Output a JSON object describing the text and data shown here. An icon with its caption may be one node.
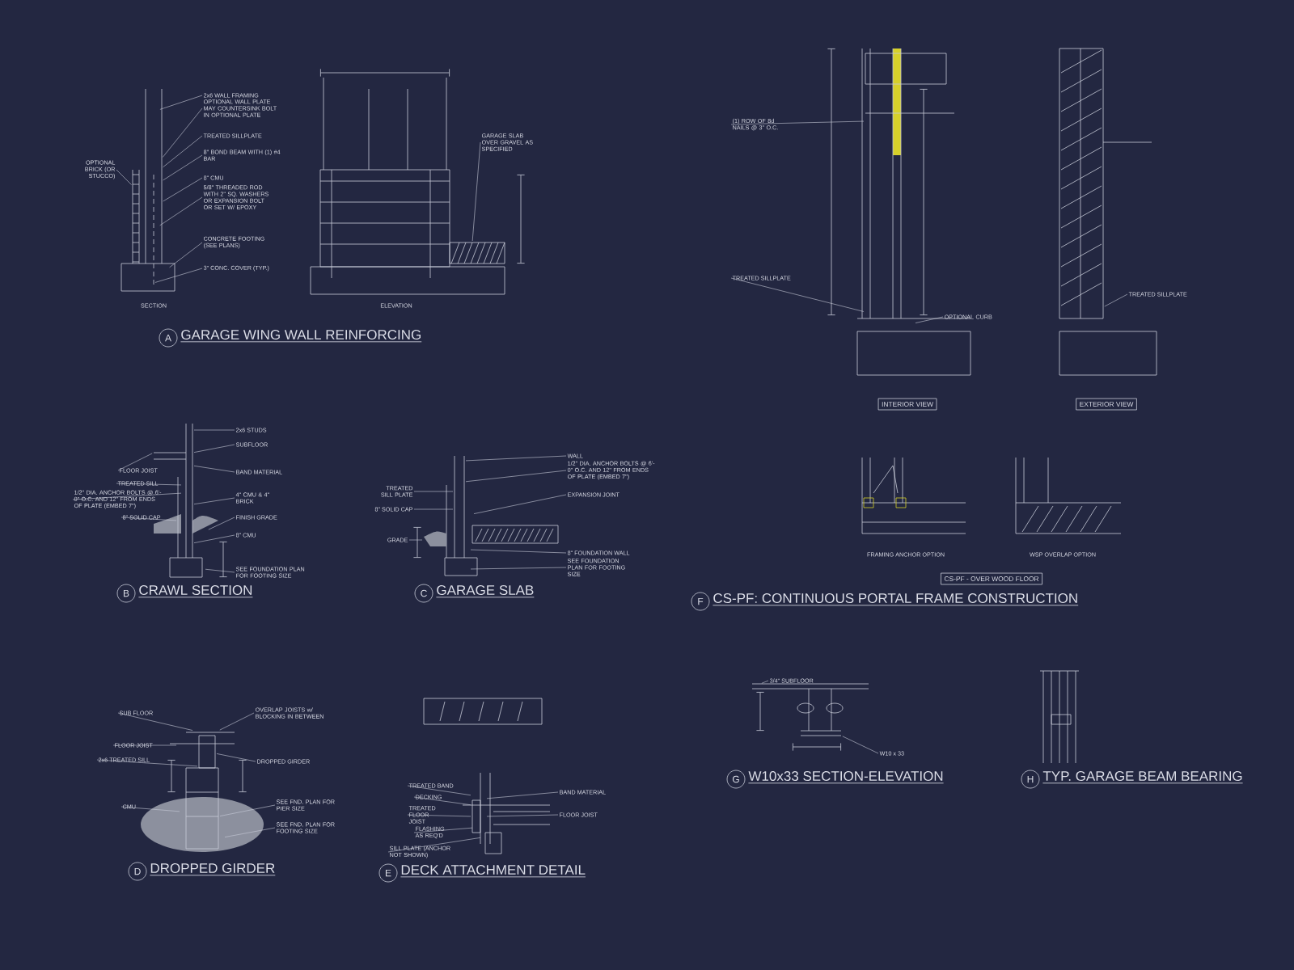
{
  "diagram": {
    "nodes": [
      {
        "text": [
          "A"
        ],
        "beside": [
          "GARAGE WING WALL REINFORCING"
        ]
      },
      {
        "text": [
          "B"
        ],
        "beside": [
          "CRAWL SECTION"
        ]
      },
      {
        "text": [
          "C"
        ],
        "beside": [
          "GARAGE SLAB"
        ]
      },
      {
        "text": [
          "D"
        ],
        "beside": [
          "DROPPED GIRDER"
        ]
      },
      {
        "text": [
          "E"
        ],
        "beside": [
          "DECK ATTACHMENT DETAIL"
        ]
      },
      {
        "text": [
          "F"
        ],
        "beside": [
          "CS-PF: CONTINUOUS PORTAL FRAME CONSTRUCTION"
        ]
      },
      {
        "text": [
          "G"
        ],
        "beside": [
          "W10x33 SECTION-ELEVATION"
        ]
      },
      {
        "text": [
          "H"
        ],
        "beside": [
          "TYP. GARAGE BEAM BEARING"
        ]
      },
      {
        "text": [
          "INTERIOR VIEW"
        ]
      },
      {
        "text": [
          "EXTERIOR VIEW"
        ]
      },
      {
        "text": [
          "CS-PF - OVER WOOD FLOOR"
        ]
      },
      {
        "text": [
          "2x6 WALL FRAMING"
        ]
      },
      {
        "text": [
          "OPTIONAL WALL PLATE MAY COUNTERSINK BOLT IN OPTIONAL PLATE"
        ]
      },
      {
        "text": [
          "TREATED SILLPLATE"
        ]
      },
      {
        "text": [
          "8\" BOND BEAM WITH (1) #4 BAR"
        ]
      },
      {
        "text": [
          "8\" CMU"
        ]
      },
      {
        "text": [
          "5/8\" THREADED ROD WITH 2\" SQ. WASHERS OR EXPANSION BOLT OR SET W/ EPOXY"
        ]
      },
      {
        "text": [
          "CONCRETE FOOTING (SEE PLANS)"
        ]
      },
      {
        "text": [
          "3\" CONC. COVER (TYP.)"
        ]
      },
      {
        "text": [
          "OPTIONAL BRICK (OR STUCCO)"
        ]
      },
      {
        "text": [
          "GARAGE SLAB OVER GRAVEL AS SPECIFIED"
        ]
      },
      {
        "text": [
          "(1) ROW OF 8d NAILS @ 3\" O.C."
        ]
      },
      {
        "text": [
          "TREATED SILLPLATE"
        ]
      },
      {
        "text": [
          "OPTIONAL CURB"
        ]
      },
      {
        "text": [
          "TREATED SILLPLATE"
        ]
      },
      {
        "text": [
          "2x6 STUDS"
        ]
      },
      {
        "text": [
          "SUBFLOOR"
        ]
      },
      {
        "text": [
          "FLOOR JOIST"
        ]
      },
      {
        "text": [
          "BAND MATERIAL"
        ]
      },
      {
        "text": [
          "TREATED SILL"
        ]
      },
      {
        "text": [
          "1/2\" DIA. ANCHOR BOLTS @ 6'-0\" O.C. AND 12\" FROM ENDS OF PLATE (EMBED 7\")"
        ]
      },
      {
        "text": [
          "4\" CMU & 4\" BRICK"
        ]
      },
      {
        "text": [
          "8\" SOLID CAP"
        ]
      },
      {
        "text": [
          "FINISH GRADE"
        ]
      },
      {
        "text": [
          "8\" CMU"
        ]
      },
      {
        "text": [
          "SEE FOUNDATION PLAN FOR FOOTING SIZE"
        ]
      },
      {
        "text": [
          "WALL"
        ]
      },
      {
        "text": [
          "1/2\" DIA. ANCHOR BOLTS @ 6'-0\" O.C. AND 12\" FROM ENDS OF PLATE (EMBED 7\")"
        ]
      },
      {
        "text": [
          "TREATED SILL PLATE"
        ]
      },
      {
        "text": [
          "EXPANSION JOINT"
        ]
      },
      {
        "text": [
          "8\" SOLID CAP"
        ]
      },
      {
        "text": [
          "GRADE"
        ]
      },
      {
        "text": [
          "8\" FOUNDATION WALL"
        ]
      },
      {
        "text": [
          "SEE FOUNDATION PLAN FOR FOOTING SIZE"
        ]
      },
      {
        "text": [
          "SUB FLOOR"
        ]
      },
      {
        "text": [
          "OVERLAP JOISTS w/ BLOCKING IN BETWEEN"
        ]
      },
      {
        "text": [
          "FLOOR JOIST"
        ]
      },
      {
        "text": [
          "2x6 TREATED SILL"
        ]
      },
      {
        "text": [
          "DROPPED GIRDER"
        ]
      },
      {
        "text": [
          "CMU"
        ]
      },
      {
        "text": [
          "SEE FND. PLAN FOR PIER SIZE"
        ]
      },
      {
        "text": [
          "SEE FND. PLAN FOR FOOTING SIZE"
        ]
      },
      {
        "text": [
          "TREATED BAND"
        ]
      },
      {
        "text": [
          "DECKING"
        ]
      },
      {
        "text": [
          "BAND MATERIAL"
        ]
      },
      {
        "text": [
          "TREATED FLOOR JOIST"
        ]
      },
      {
        "text": [
          "FLOOR JOIST"
        ]
      },
      {
        "text": [
          "FLASHING AS REQ'D"
        ]
      },
      {
        "text": [
          "SILL PLATE (ANCHOR NOT SHOWN)"
        ]
      },
      {
        "text": [
          "3/4\" SUBFLOOR"
        ]
      },
      {
        "text": [
          "W10 x 33"
        ]
      },
      {
        "text": [],
        "shape": "picture"
      },
      {
        "text": [],
        "shape": "picture"
      },
      {
        "text": [],
        "shape": "picture"
      },
      {
        "text": [],
        "shape": "picture"
      },
      {
        "text": [],
        "shape": "picture"
      },
      {
        "text": [],
        "shape": "picture"
      },
      {
        "text": [],
        "shape": "picture"
      },
      {
        "text": [],
        "shape": "picture"
      },
      {
        "text": [],
        "shape": "picture"
      },
      {
        "text": [],
        "shape": "picture"
      },
      {
        "text": [],
        "shape": "picture"
      },
      {
        "text": [],
        "shape": "picture"
      },
      {
        "text": [],
        "shape": "picture"
      }
    ],
    "edges": [
      {
        "from": 11,
        "to": 61,
        "arrow": "none"
      },
      {
        "from": 12,
        "to": 61,
        "arrow": "none"
      },
      {
        "from": 13,
        "to": 61,
        "arrow": "none"
      },
      {
        "from": 14,
        "to": 61,
        "arrow": "none"
      },
      {
        "from": 15,
        "to": 61,
        "arrow": "none"
      },
      {
        "from": 16,
        "to": 61,
        "arrow": "none"
      },
      {
        "from": 17,
        "to": 61,
        "arrow": "none"
      },
      {
        "from": 18,
        "to": 61,
        "arrow": "none"
      },
      {
        "from": 19,
        "to": 61,
        "arrow": "none"
      },
      {
        "from": 20,
        "to": 62,
        "arrow": "none"
      },
      {
        "from": 21,
        "to": 63,
        "arrow": "none"
      },
      {
        "from": 22,
        "to": 63,
        "arrow": "none"
      },
      {
        "from": 23,
        "to": 63,
        "arrow": "none"
      },
      {
        "from": 24,
        "to": 64,
        "arrow": "none"
      },
      {
        "from": 25,
        "to": 67,
        "arrow": "none"
      },
      {
        "from": 26,
        "to": 67,
        "arrow": "none"
      },
      {
        "from": 27,
        "to": 67,
        "arrow": "none"
      },
      {
        "from": 28,
        "to": 67,
        "arrow": "none"
      },
      {
        "from": 29,
        "to": 67,
        "arrow": "none"
      },
      {
        "from": 30,
        "to": 67,
        "arrow": "none"
      },
      {
        "from": 31,
        "to": 67,
        "arrow": "none"
      },
      {
        "from": 32,
        "to": 67,
        "arrow": "none"
      },
      {
        "from": 33,
        "to": 67,
        "arrow": "none"
      },
      {
        "from": 34,
        "to": 67,
        "arrow": "none"
      },
      {
        "from": 35,
        "to": 67,
        "arrow": "none"
      },
      {
        "from": 36,
        "to": 68,
        "arrow": "none"
      },
      {
        "from": 37,
        "to": 68,
        "arrow": "none"
      },
      {
        "from": 38,
        "to": 68,
        "arrow": "none"
      },
      {
        "from": 39,
        "to": 68,
        "arrow": "none"
      },
      {
        "from": 40,
        "to": 68,
        "arrow": "none"
      },
      {
        "from": 41,
        "to": 68,
        "arrow": "none"
      },
      {
        "from": 42,
        "to": 68,
        "arrow": "none"
      },
      {
        "from": 43,
        "to": 68,
        "arrow": "none"
      },
      {
        "from": 44,
        "to": 69,
        "arrow": "none"
      },
      {
        "from": 45,
        "to": 69,
        "arrow": "none"
      },
      {
        "from": 46,
        "to": 69,
        "arrow": "none"
      },
      {
        "from": 47,
        "to": 69,
        "arrow": "none"
      },
      {
        "from": 48,
        "to": 69,
        "arrow": "none"
      },
      {
        "from": 49,
        "to": 69,
        "arrow": "none"
      },
      {
        "from": 50,
        "to": 69,
        "arrow": "none"
      },
      {
        "from": 51,
        "to": 69,
        "arrow": "none"
      },
      {
        "from": 52,
        "to": 70,
        "arrow": "none"
      },
      {
        "from": 53,
        "to": 70,
        "arrow": "none"
      },
      {
        "from": 54,
        "to": 70,
        "arrow": "none"
      },
      {
        "from": 55,
        "to": 70,
        "arrow": "none"
      },
      {
        "from": 56,
        "to": 70,
        "arrow": "none"
      },
      {
        "from": 57,
        "to": 70,
        "arrow": "none"
      },
      {
        "from": 58,
        "to": 70,
        "arrow": "none"
      },
      {
        "from": 59,
        "to": 71,
        "arrow": "none"
      },
      {
        "from": 60,
        "to": 71,
        "arrow": "none"
      }
    ],
    "labels": [
      "SECTION",
      "ELEVATION",
      "FRAMING ANCHOR OPTION",
      "WSP OVERLAP OPTION"
    ]
  }
}
